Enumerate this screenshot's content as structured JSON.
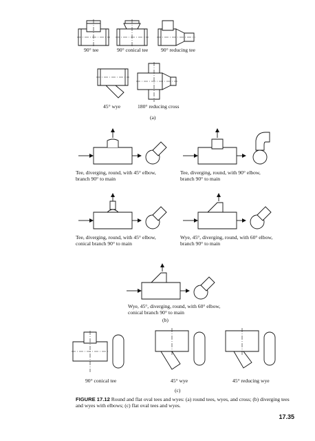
{
  "part_a": {
    "labels": [
      "90° tee",
      "90° conical tee",
      "90° reducing tee",
      "45° wye",
      "180° reducing cross"
    ],
    "section": "(a)"
  },
  "part_b": {
    "labels": [
      "Tee, diverging, round, with 45° elbow,\nbranch 90° to main",
      "Tee, diverging, round, with 90° elbow,\nbranch 90° to main",
      "Tee, diverging, round, with 45° elbow,\nconical branch 90° to main",
      "Wye, 45°, diverging, round, with 60° elbow,\nbranch 90° to main",
      "Wye, 45°, diverging, round, with 60° elbow,\nconical branch 90° to main"
    ],
    "section": "(b)"
  },
  "part_c": {
    "labels": [
      "90° conical tee",
      "45° wye",
      "45° reducing wye"
    ],
    "section": "(c)"
  },
  "caption": {
    "label": "FIGURE 17.12",
    "text": "Round and flat oval tees and wyes: (a) round tees, wyes, and cross; (b) diverging tees and wyes with elbows; (c) flat oval tees and wyes."
  },
  "page_number": "17.35"
}
